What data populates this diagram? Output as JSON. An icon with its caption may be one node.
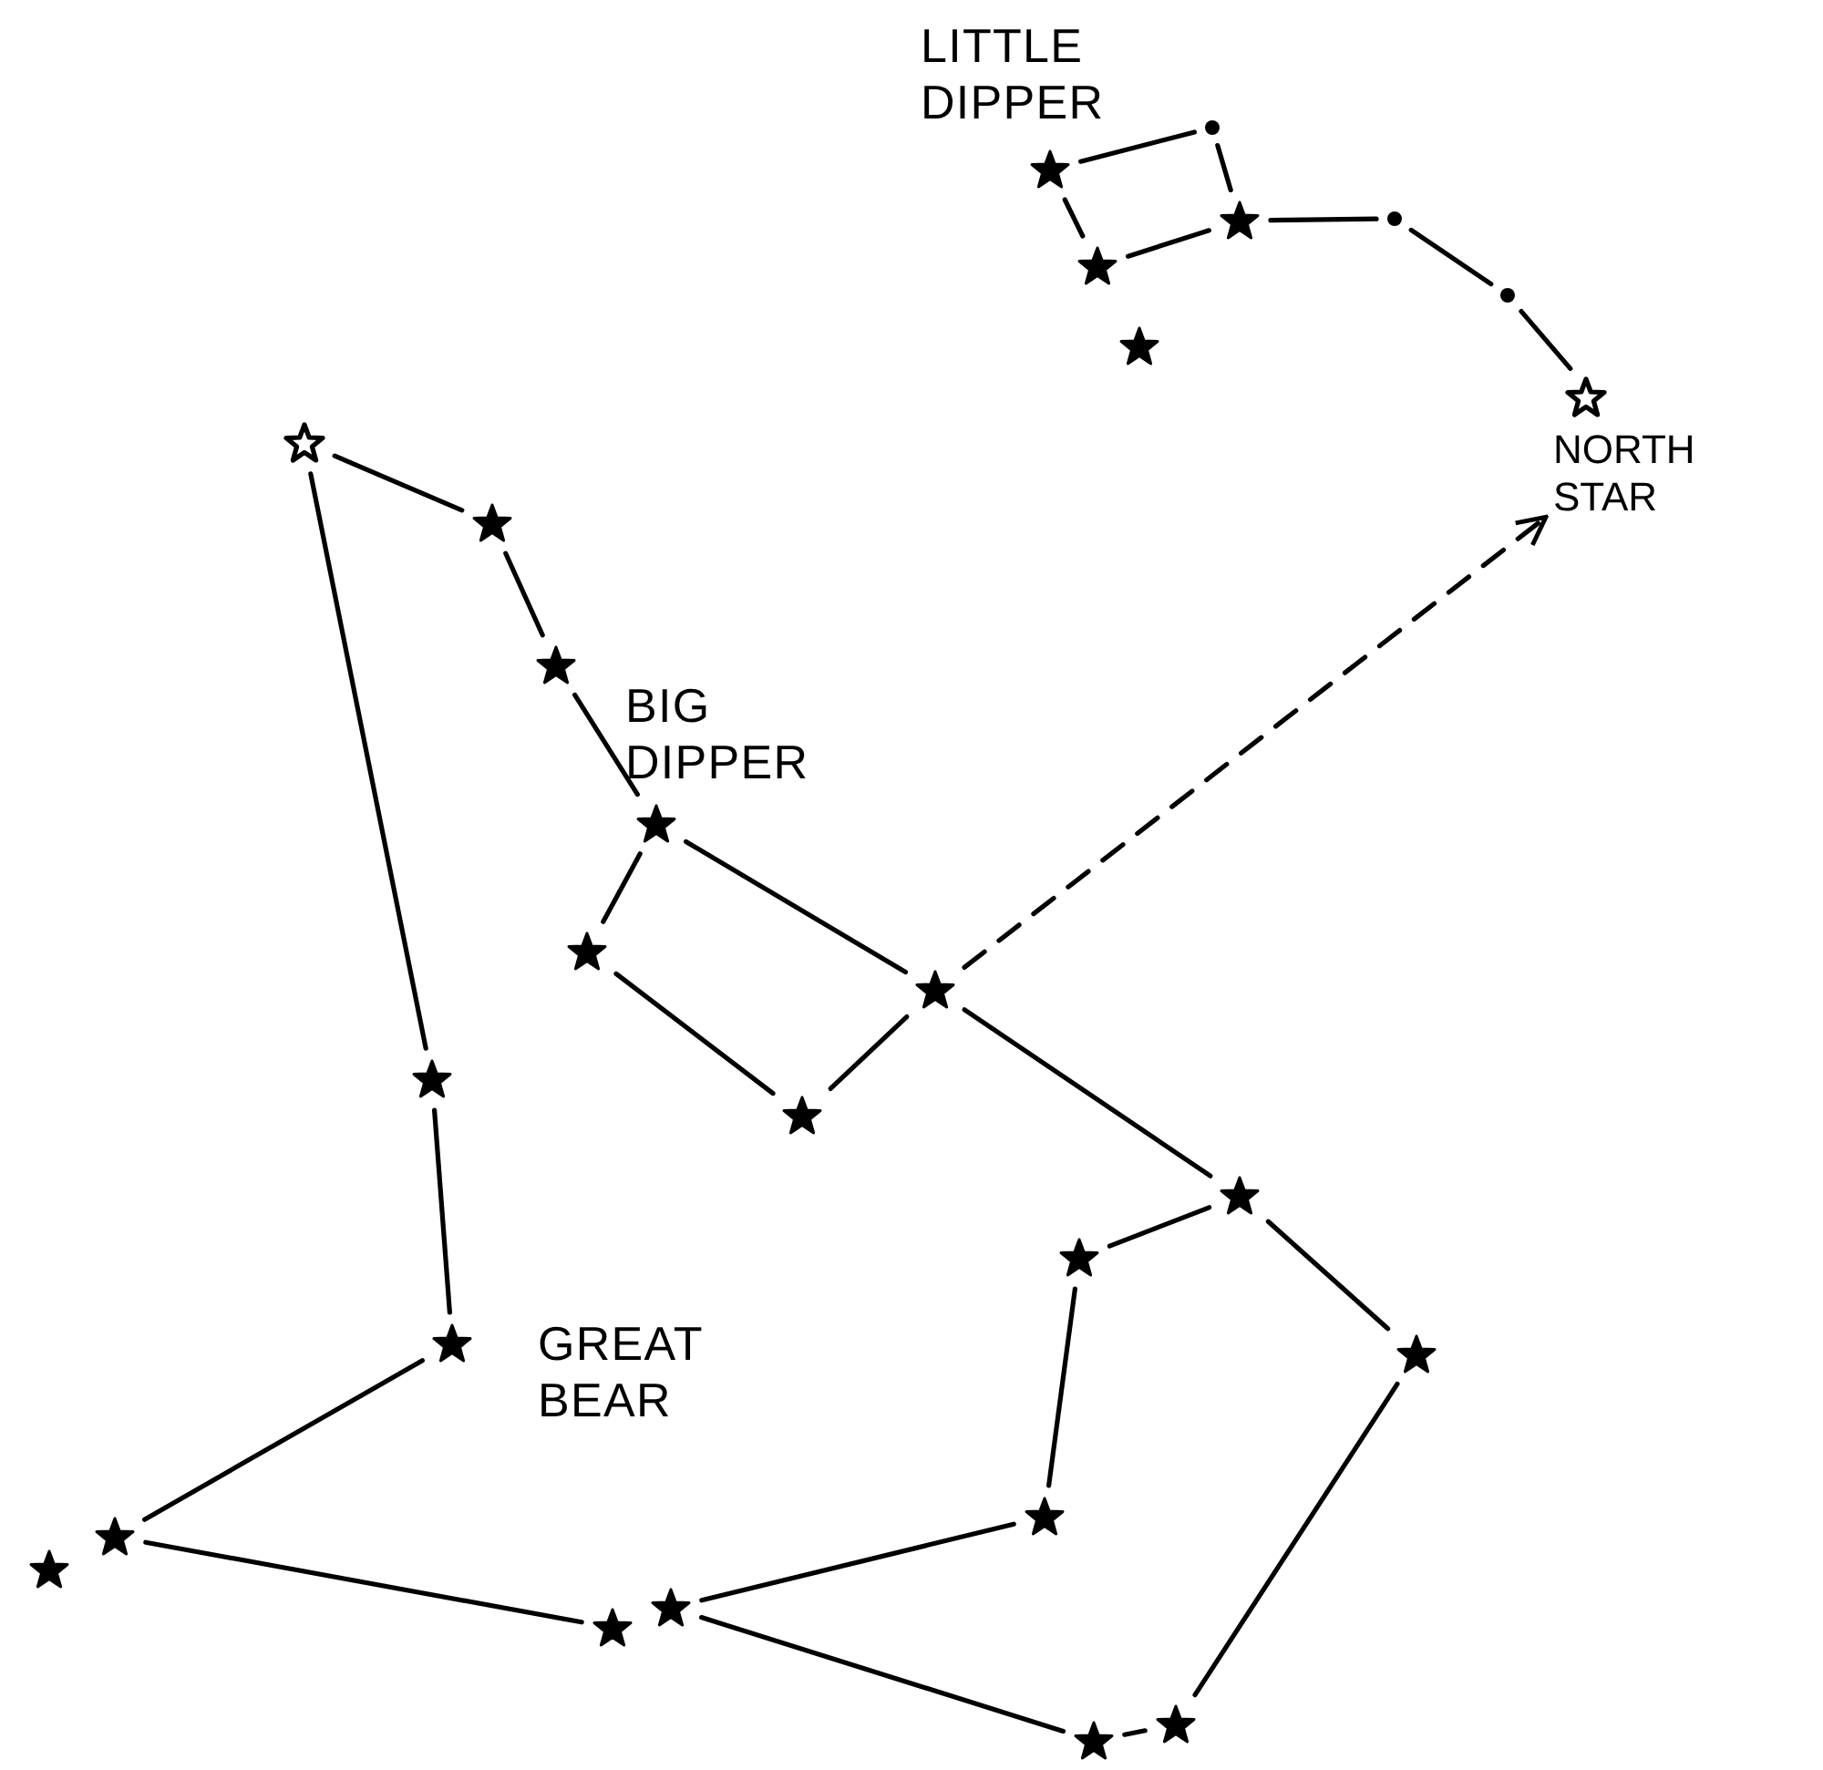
{
  "diagram": {
    "nodes": [
      {
        "text": [],
        "shape": "star"
      },
      {
        "text": [],
        "shape": "circle"
      },
      {
        "text": [],
        "shape": "star"
      },
      {
        "text": [],
        "shape": "star"
      },
      {
        "text": [],
        "shape": "circle"
      },
      {
        "text": [],
        "shape": "circle"
      },
      {
        "text": [],
        "shape": "star",
        "beside": [
          "NORTH STAR"
        ]
      },
      {
        "text": [],
        "shape": "star"
      },
      {
        "text": [],
        "shape": "star"
      },
      {
        "text": [],
        "shape": "star"
      },
      {
        "text": [],
        "shape": "star"
      },
      {
        "text": [],
        "shape": "star"
      },
      {
        "text": [],
        "shape": "star"
      },
      {
        "text": [],
        "shape": "star"
      },
      {
        "text": [],
        "shape": "star"
      },
      {
        "text": [],
        "shape": "star"
      },
      {
        "text": [],
        "shape": "star"
      },
      {
        "text": [],
        "shape": "star"
      },
      {
        "text": [],
        "shape": "star"
      },
      {
        "text": [],
        "shape": "star"
      },
      {
        "text": [],
        "shape": "star"
      },
      {
        "text": [],
        "shape": "star"
      },
      {
        "text": [],
        "shape": "star"
      },
      {
        "text": [],
        "shape": "star"
      },
      {
        "text": [],
        "shape": "star"
      },
      {
        "text": [],
        "shape": "star"
      },
      {
        "text": [],
        "shape": "star"
      }
    ],
    "edges": [
      {
        "from": 0,
        "to": 1,
        "arrow": "none"
      },
      {
        "from": 0,
        "to": 2,
        "arrow": "none"
      },
      {
        "from": 1,
        "to": 3,
        "arrow": "none"
      },
      {
        "from": 2,
        "to": 3,
        "arrow": "none"
      },
      {
        "from": 3,
        "to": 4,
        "arrow": "none"
      },
      {
        "from": 4,
        "to": 5,
        "arrow": "none"
      },
      {
        "from": 5,
        "to": 6,
        "arrow": "none"
      },
      {
        "from": 8,
        "to": 9,
        "arrow": "none"
      },
      {
        "from": 9,
        "to": 10,
        "arrow": "none"
      },
      {
        "from": 10,
        "to": 11,
        "arrow": "none"
      },
      {
        "from": 11,
        "to": 12,
        "arrow": "none"
      },
      {
        "from": 12,
        "to": 14,
        "arrow": "none"
      },
      {
        "from": 14,
        "to": 13,
        "arrow": "none"
      },
      {
        "from": 11,
        "to": 13,
        "arrow": "none"
      },
      {
        "from": 13,
        "to": 16,
        "arrow": "none"
      },
      {
        "from": 16,
        "to": 17,
        "arrow": "none"
      },
      {
        "from": 16,
        "to": 19,
        "arrow": "none"
      },
      {
        "from": 17,
        "to": 20,
        "arrow": "none"
      },
      {
        "from": 20,
        "to": 24,
        "arrow": "none"
      },
      {
        "from": 21,
        "to": 23,
        "arrow": "none"
      },
      {
        "from": 24,
        "to": 25,
        "arrow": "none"
      },
      {
        "from": 25,
        "to": 26,
        "arrow": "none"
      },
      {
        "from": 26,
        "to": 19,
        "arrow": "none"
      },
      {
        "from": 21,
        "to": 18,
        "arrow": "none"
      },
      {
        "from": 18,
        "to": 15,
        "arrow": "none"
      },
      {
        "from": 15,
        "to": 8,
        "arrow": "none"
      },
      {
        "from": 13,
        "to": 6,
        "arrow": "to",
        "style": "dashed"
      }
    ],
    "labels": [
      "LITTLE DIPPER",
      "BIG DIPPER",
      "GREAT BEAR"
    ]
  }
}
